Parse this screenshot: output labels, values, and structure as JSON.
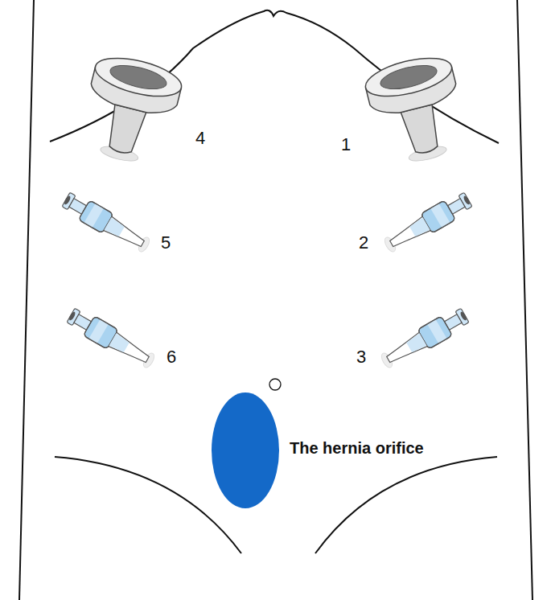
{
  "diagram": {
    "labels": [
      "4",
      "1",
      "5",
      "2",
      "6",
      "3",
      "The hernia orifice"
    ]
  }
}
